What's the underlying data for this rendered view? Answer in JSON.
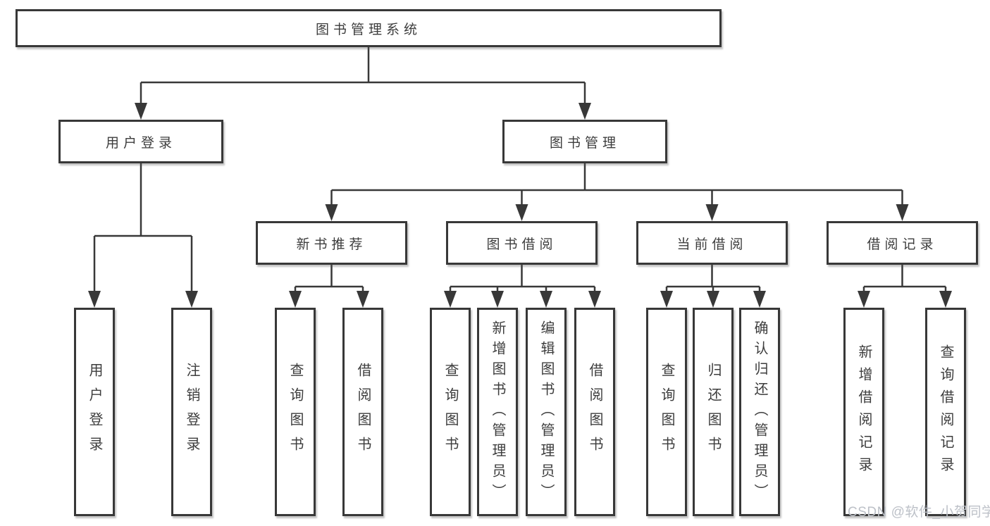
{
  "tree": {
    "label": "图书管理系统",
    "children": [
      {
        "label": "用户登录",
        "children": [
          {
            "label": "用户登录"
          },
          {
            "label": "注销登录"
          }
        ]
      },
      {
        "label": "图书管理",
        "children": [
          {
            "label": "新书推荐",
            "children": [
              {
                "label": "查询图书"
              },
              {
                "label": "借阅图书"
              }
            ]
          },
          {
            "label": "图书借阅",
            "children": [
              {
                "label": "查询图书"
              },
              {
                "label": "新增图书（管理员）"
              },
              {
                "label": "编辑图书（管理员）"
              },
              {
                "label": "借阅图书"
              }
            ]
          },
          {
            "label": "当前借阅",
            "children": [
              {
                "label": "查询图书"
              },
              {
                "label": "归还图书"
              },
              {
                "label": "确认归还（管理员）"
              }
            ]
          },
          {
            "label": "借阅记录",
            "children": [
              {
                "label": "新增借阅记录"
              },
              {
                "label": "查询借阅记录"
              }
            ]
          }
        ]
      }
    ]
  },
  "watermark": {
    "text": "CSDN @软件_小贺同学"
  },
  "colors": {
    "line": "#383838",
    "text": "#3d3d3d",
    "watermark": "#bdc1c8",
    "background": "#ffffff"
  }
}
